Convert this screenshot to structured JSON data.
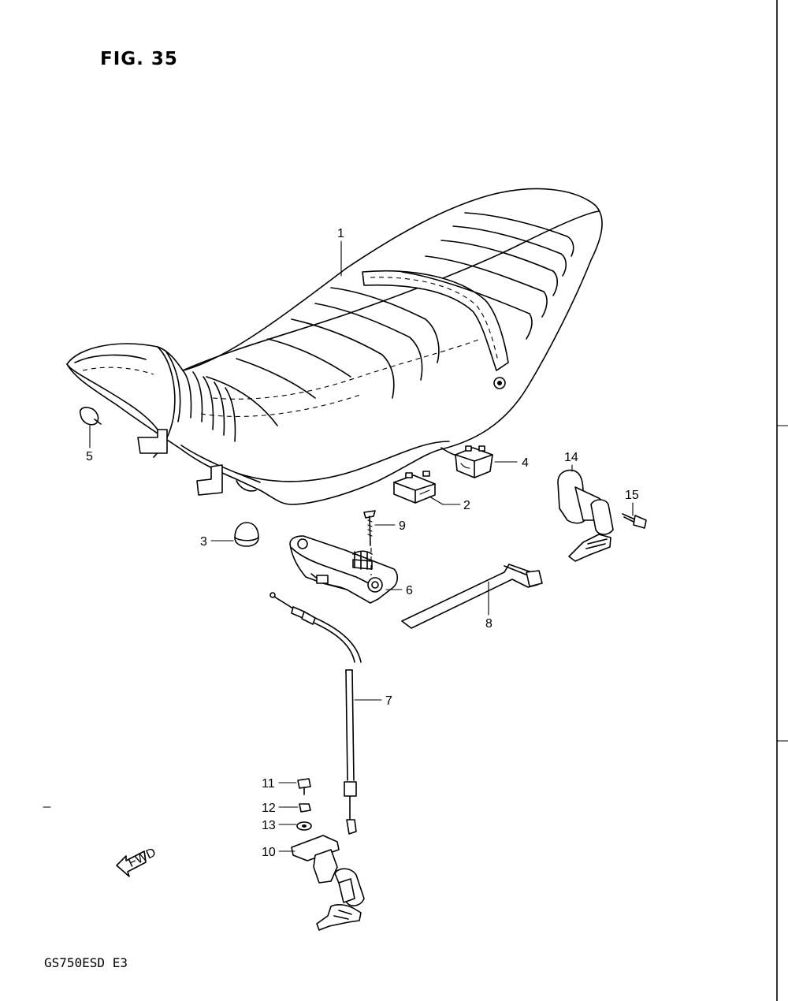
{
  "figure": {
    "title": "FIG. 35",
    "model_code": "GS750ESD  E3",
    "fwd_label": "FWD"
  },
  "callouts": [
    {
      "id": "1",
      "label": "1"
    },
    {
      "id": "2",
      "label": "2"
    },
    {
      "id": "3",
      "label": "3"
    },
    {
      "id": "4",
      "label": "4"
    },
    {
      "id": "5",
      "label": "5"
    },
    {
      "id": "6",
      "label": "6"
    },
    {
      "id": "7",
      "label": "7"
    },
    {
      "id": "8",
      "label": "8"
    },
    {
      "id": "9",
      "label": "9"
    },
    {
      "id": "10",
      "label": "10"
    },
    {
      "id": "11",
      "label": "11"
    },
    {
      "id": "12",
      "label": "12"
    },
    {
      "id": "13",
      "label": "13"
    },
    {
      "id": "14",
      "label": "14"
    },
    {
      "id": "15",
      "label": "15"
    }
  ]
}
